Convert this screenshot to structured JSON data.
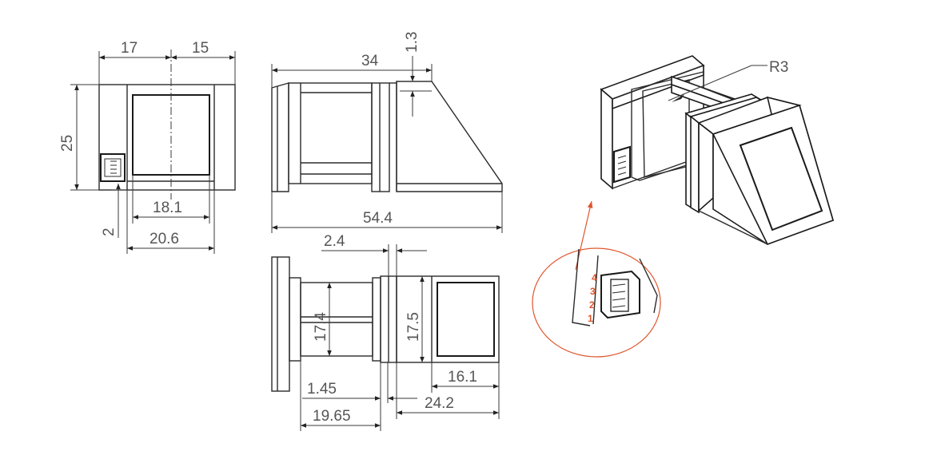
{
  "dimensions": {
    "front_top_left": "17",
    "front_top_right": "15",
    "front_height": "25",
    "front_inner_width": "18.1",
    "front_outer_width": "20.6",
    "front_offset": "2",
    "side_top_length": "34",
    "side_top_offset": "1.3",
    "side_total_length": "54.4",
    "bottom_gap": "2.4",
    "bottom_height_left": "17.4",
    "bottom_height_right": "17.5",
    "bottom_window_width": "16.1",
    "bottom_flange": "1.45",
    "bottom_body_length": "19.65",
    "bottom_head_length": "24.2",
    "iso_radius": "R3"
  },
  "connector_pins": [
    "4",
    "3",
    "2",
    "1"
  ],
  "colors": {
    "line": "#2b2b2b",
    "dimension_text": "#555555",
    "callout": "#e0552c"
  }
}
